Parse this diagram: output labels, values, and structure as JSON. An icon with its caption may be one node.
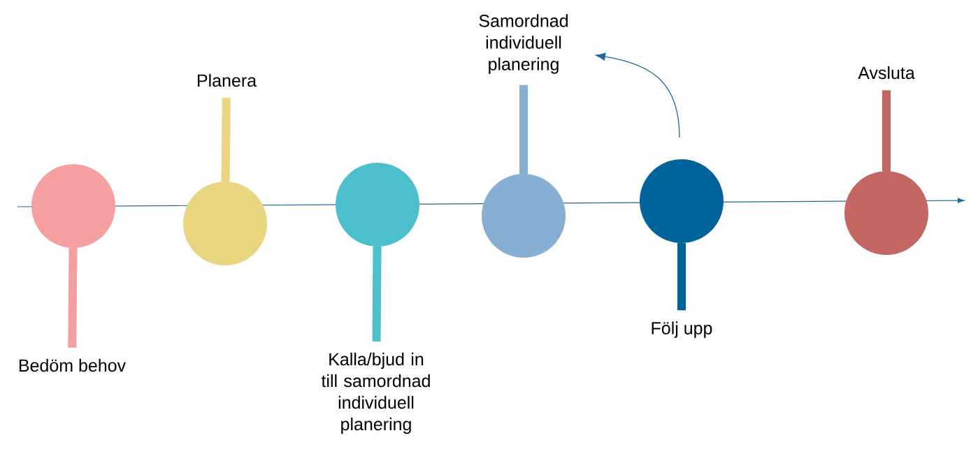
{
  "diagram": {
    "nodes": [
      {
        "text": [
          "Bedöm behov"
        ]
      },
      {
        "text": [],
        "shape": "circle"
      },
      {
        "text": [
          "Planera"
        ]
      },
      {
        "text": [],
        "shape": "circle"
      },
      {
        "text": [
          "Kalla/bjud in till samordnad individuell planering"
        ]
      },
      {
        "text": [],
        "shape": "circle"
      },
      {
        "text": [
          "Samordnad individuell planering"
        ]
      },
      {
        "text": [],
        "shape": "circle"
      },
      {
        "text": [
          "Följ upp"
        ]
      },
      {
        "text": [],
        "shape": "circle"
      },
      {
        "text": [
          "Avsluta"
        ]
      },
      {
        "text": [],
        "shape": "circle"
      }
    ],
    "edges": [
      {
        "from": 0,
        "to": 1,
        "arrow": "none",
        "color": "#f4a0a0"
      },
      {
        "from": 2,
        "to": 3,
        "arrow": "none",
        "color": "#e9d47f"
      },
      {
        "from": 4,
        "to": 5,
        "arrow": "none",
        "color": "#4bbfcb"
      },
      {
        "from": 6,
        "to": 7,
        "arrow": "none",
        "color": "#87afd3"
      },
      {
        "from": 8,
        "to": 9,
        "arrow": "none",
        "color": "#006399"
      },
      {
        "from": 10,
        "to": 11,
        "arrow": "none",
        "color": "#c46661"
      },
      {
        "from": null,
        "to": 6,
        "arrow": "to",
        "color": "#1f6699"
      }
    ]
  }
}
